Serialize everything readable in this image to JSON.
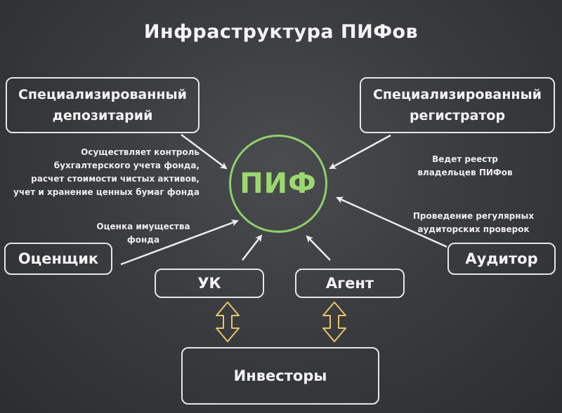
{
  "title": "Инфраструктура ПИФов",
  "center": {
    "label": "ПИФ"
  },
  "boxes": {
    "depository": [
      "Специализированный",
      "депозитарий"
    ],
    "registrar": [
      "Специализированный",
      "регистратор"
    ],
    "appraiser": "Оценщик",
    "auditor": "Аудитор",
    "uk": "УК",
    "agent": "Агент",
    "investors": "Инвесторы"
  },
  "notes": {
    "depository": [
      "Осуществляет контроль",
      "бухгалтерского учета фонда,",
      "расчет стоимости чистых активов,",
      "учет и хранение ценных бумаг фонда"
    ],
    "registrar": [
      "Ведет реестр",
      "владельцев ПИФов"
    ],
    "appraiser": [
      "Оценка имущества",
      "фонда"
    ],
    "auditor": [
      "Проведение регулярных",
      "аудиторских проверок"
    ]
  },
  "colors": {
    "center": "#9bd96f",
    "exchange_arrows": "#e9c46a",
    "chalk": "#e6e6e6"
  }
}
